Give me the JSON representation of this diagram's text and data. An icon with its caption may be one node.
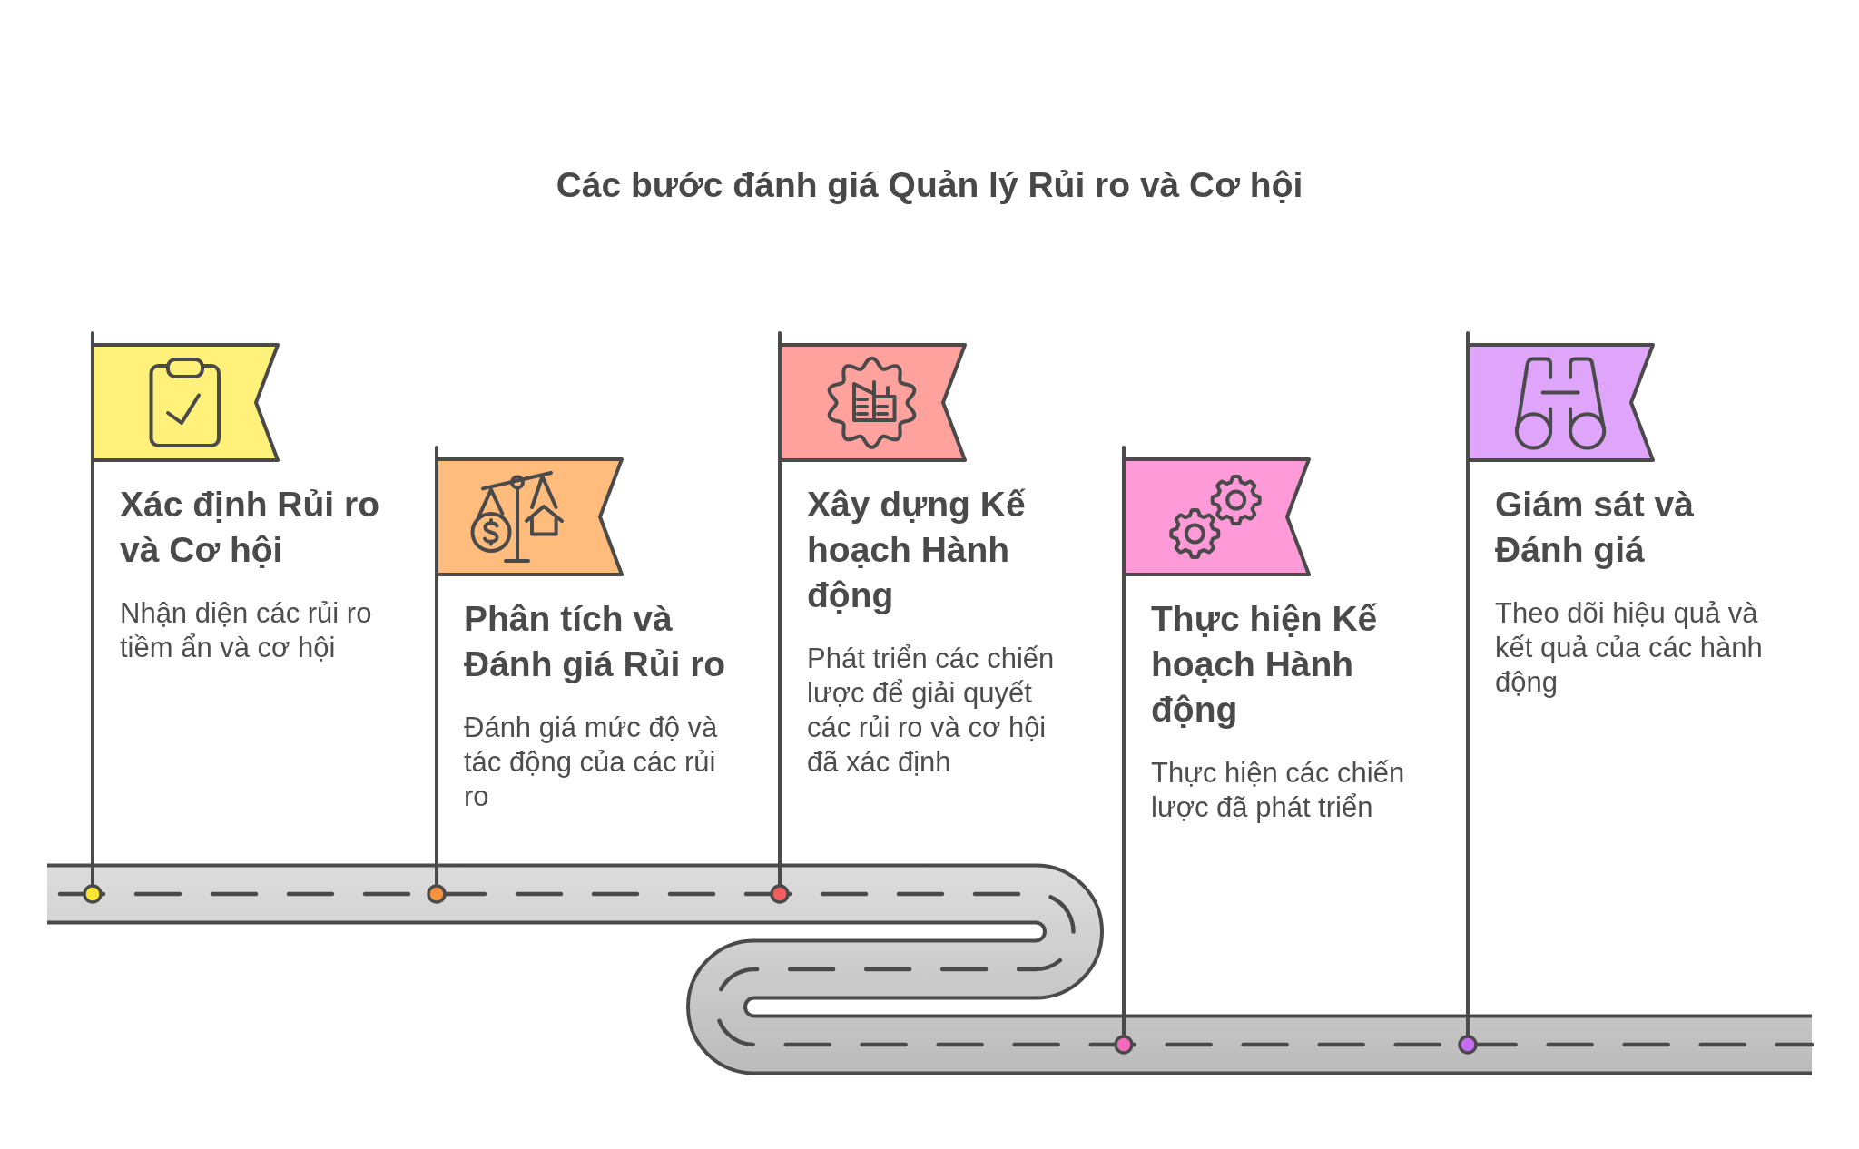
{
  "diagram": {
    "title": "Các bước đánh giá Quản lý Rủi ro và Cơ hội",
    "nodes": [
      {
        "text": [
          "Xác định Rủi ro và Cơ hội",
          "Nhận diện các rủi ro tiềm ẩn và cơ hội"
        ]
      },
      {
        "text": [
          "Phân tích và Đánh giá Rủi ro",
          "Đánh giá mức độ và tác động của các rủi ro"
        ]
      },
      {
        "text": [
          "Xây dựng Kế hoạch Hành động",
          "Phát triển các chiến lược để giải quyết các rủi ro và cơ hội đã xác định"
        ]
      },
      {
        "text": [
          "Thực hiện Kế hoạch Hành động",
          "Thực hiện các chiến lược đã phát triển"
        ]
      },
      {
        "text": [
          "Giám sát và Đánh giá",
          "Theo dõi hiệu quả và kết quả của các hành động"
        ]
      }
    ]
  }
}
